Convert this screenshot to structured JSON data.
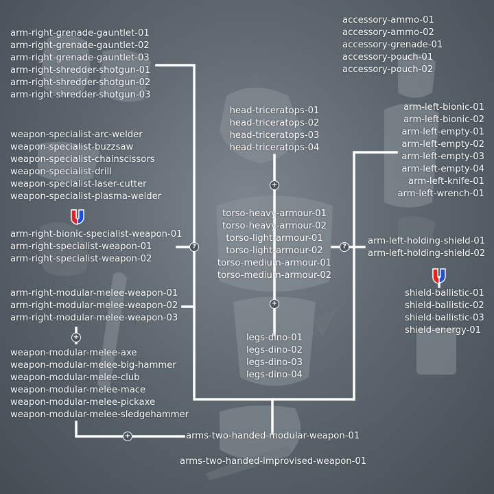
{
  "icons": {
    "plus": "+",
    "question": "?",
    "magnet": "magnet-icon"
  },
  "colors": {
    "background": "#5f6870",
    "connector": "#ffffff",
    "text": "#ffffff",
    "magnet_red": "#e02424",
    "magnet_blue": "#1d4ed8"
  },
  "groups": {
    "arm_right_grenade_shredder": [
      "arm-right-grenade-gauntlet-01",
      "arm-right-grenade-gauntlet-02",
      "arm-right-grenade-gauntlet-03",
      "arm-right-shredder-shotgun-01",
      "arm-right-shredder-shotgun-02",
      "arm-right-shredder-shotgun-03"
    ],
    "accessories": [
      "accessory-ammo-01",
      "accessory-ammo-02",
      "accessory-grenade-01",
      "accessory-pouch-01",
      "accessory-pouch-02"
    ],
    "weapon_specialist": [
      "weapon-specialist-arc-welder",
      "weapon-specialist-buzzsaw",
      "weapon-specialist-chainscissors",
      "weapon-specialist-drill",
      "weapon-specialist-laser-cutter",
      "weapon-specialist-plasma-welder"
    ],
    "heads": [
      "head-triceratops-01",
      "head-triceratops-02",
      "head-triceratops-03",
      "head-triceratops-04"
    ],
    "arm_left": [
      "arm-left-bionic-01",
      "arm-left-bionic-02",
      "arm-left-empty-01",
      "arm-left-empty-02",
      "arm-left-empty-03",
      "arm-left-empty-04",
      "arm-left-knife-01",
      "arm-left-wrench-01"
    ],
    "arm_right_specialist": [
      "arm-right-bionic-specialist-weapon-01",
      "arm-right-specialist-weapon-01",
      "arm-right-specialist-weapon-02"
    ],
    "torsos": [
      "torso-heavy-armour-01",
      "torso-heavy-armour-02",
      "torso-light-armour-01",
      "torso-light-armour-02",
      "torso-medium-armour-01",
      "torso-medium-armour-02"
    ],
    "arm_left_shield": [
      "arm-left-holding-shield-01",
      "arm-left-holding-shield-02"
    ],
    "shields": [
      "shield-ballistic-01",
      "shield-ballistic-02",
      "shield-ballistic-03",
      "shield-energy-01"
    ],
    "arm_right_modular": [
      "arm-right-modular-melee-weapon-01",
      "arm-right-modular-melee-weapon-02",
      "arm-right-modular-melee-weapon-03"
    ],
    "legs": [
      "legs-dino-01",
      "legs-dino-02",
      "legs-dino-03",
      "legs-dino-04"
    ],
    "weapon_modular_melee": [
      "weapon-modular-melee-axe",
      "weapon-modular-melee-big-hammer",
      "weapon-modular-melee-club",
      "weapon-modular-melee-mace",
      "weapon-modular-melee-pickaxe",
      "weapon-modular-melee-sledgehammer"
    ],
    "arms_two_handed_modular": [
      "arms-two-handed-modular-weapon-01"
    ],
    "arms_two_handed_improvised": [
      "arms-two-handed-improvised-weapon-01"
    ]
  }
}
